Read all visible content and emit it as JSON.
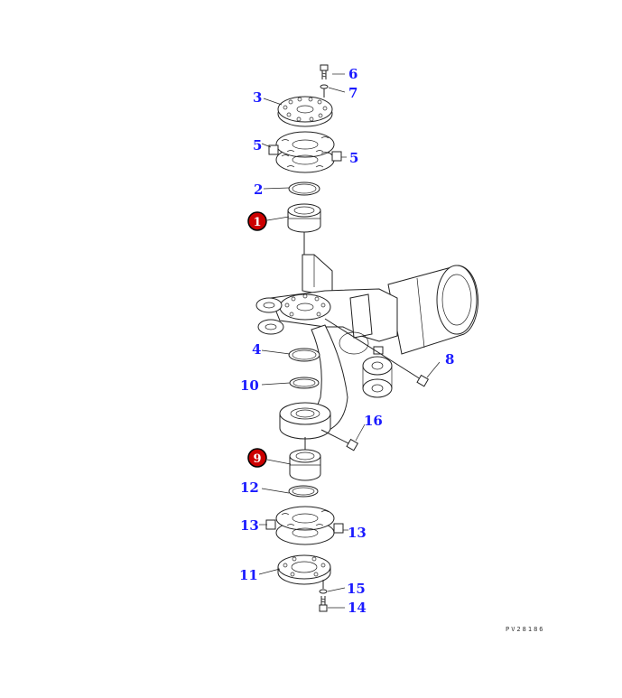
{
  "diagram": {
    "drawing_code": "PV28186",
    "colors": {
      "label": "#1a1aff",
      "badge": "#cc0000",
      "line": "#222222"
    },
    "labels": {
      "l6": "6",
      "l7": "7",
      "l3": "3",
      "l5a": "5",
      "l5b": "5",
      "l2": "2",
      "l1": "1",
      "l4": "4",
      "l8": "8",
      "l10": "10",
      "l16": "16",
      "l9": "9",
      "l12": "12",
      "l13a": "13",
      "l13b": "13",
      "l11": "11",
      "l15": "15",
      "l14": "14"
    }
  }
}
